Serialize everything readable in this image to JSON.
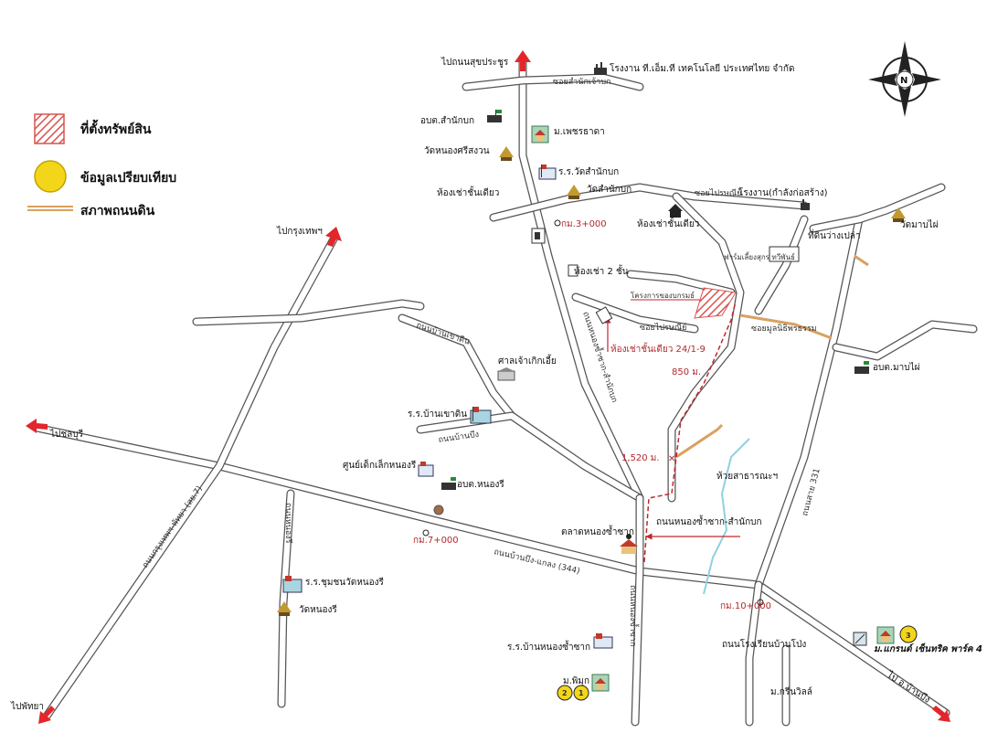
{
  "legend": {
    "property": "ที่ตั้งทรัพย์สิน",
    "comparable": "ข้อมูลเปรียบเทียบ",
    "dirt_road": "สภาพถนนดิน"
  },
  "compass": {
    "north": "N"
  },
  "directions": {
    "sukhaprachasan": "ไปถนนสุขประชูร",
    "bangkok": "ไปกรุงเทพฯ",
    "chonburi": "ไปชลบุรี",
    "pattaya": "ไปพัทยา",
    "ban_pong": "ไป อ.บ้านบึง"
  },
  "roads": {
    "soi_samnak": "ซอยสำนักเจ้าบก",
    "soi_pai_sathit": "ซอยไปรษณีย์",
    "soi_pai_sathit_2": "ซอยไปรษณีย์",
    "soi_mooniti": "ซอยมูลนิธิพรธรรม",
    "thanon_ban_khao": "ถนนบ้านเขาดิน",
    "thanon_ban_bueng": "ถนนบ้านบึง",
    "thanon_bangkok_pattaya": "ถนนกรุงเทพฯ-พัทยา (สย.7)",
    "highway_344": "ถนนบ้านบึง-แกลง (344)",
    "thanon_nong_krachak_up": "ถนนหนองซ้ำซาก-สำนักบก",
    "thanon_right": "ถนนสาย 331",
    "thanon_vertical_lower": "ถนนหนองซ้ำซาก",
    "thanon_left_lower": "ถนนหนองรี",
    "thanon_nong_krachak_label": "ถนนหนองซ้ำซาก-สำนักบก",
    "thanon_rongrian": "ถนนโรงเรียนบ้านโป่ง"
  },
  "places": {
    "factory_tm": "โรงงาน ที.เอ็ม.ที เทคโนโลยี ประเทศไทย จำกัด",
    "obt_samnakbok": "อบต.สำนักบก",
    "m_phetcharat": "ม.เพชรธาดา",
    "wat_nong_sisa": "วัดหนองศรีสงวน",
    "rr_wat_samnakbok": "ร.ร.วัดสำนักบก",
    "rental_left": "ห้องเช่าชั้นเดียว",
    "wat_samnakbok": "วัดสำนักบก",
    "km3": "กม.3+000",
    "rental_mid": "ห้องเช่าชั้นเดียว",
    "factory_construct": "โรงงาน(กำลังก่อสร้าง)",
    "wat_map_pai": "วัดมาบไผ่",
    "farm": "ฟาร์มเลี้ยงสุกร ทวีพันธ์",
    "empty_land": "ที่ดินว่างเปล่า",
    "rental_2": "ห้องเช่า 2 ชั้น",
    "project_label": "โครงการของบกรมธ์",
    "rental_241": "ห้องเช่าชั้นเดียว 24/1-9",
    "dist_850": "850 ม.",
    "obt_map_pai": "อบต.มาบไผ่",
    "shrine": "ศาลเจ้าเกิกเอี้ย",
    "rr_ban_khao_din": "ร.ร.บ้านเขาดิน",
    "dist_1520": "1,520 ม.",
    "huai_sathan": "ห้วยสาธารณะฯ",
    "child_center": "ศูนย์เด็กเล็กหนองรี",
    "obt_nong_ri": "อบต.หนองรี",
    "market": "ตลาดหนองซ้ำซาก",
    "km7": "กม.7+000",
    "km10": "กม.10+000",
    "rr_chumchon": "ร.ร.ชุมชนวัดหนองรี",
    "wat_nong_ri": "วัดหนองรี",
    "rr_ban_nong": "ร.ร.บ้านหนองซ้ำซาก",
    "m_grand": "ม.แกรนด์ เซ็นทริค พาร์ค 4",
    "m_phimuk": "ม.พิมุก",
    "m_green": "ม.กรีนวิลล์"
  },
  "comparables": {
    "c1": "1",
    "c2": "2",
    "c3": "3"
  },
  "colors": {
    "road": "#555555",
    "arrow": "#e2262b",
    "route": "#c0272d",
    "dirt": "#d9a160",
    "stream": "#8fd0e0",
    "comparable": "#f3d51a",
    "property_hatch": "#d9534f"
  }
}
